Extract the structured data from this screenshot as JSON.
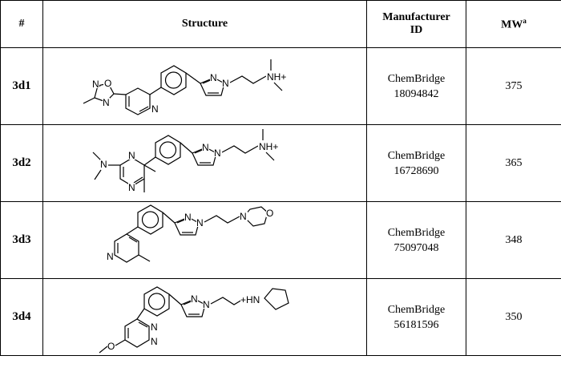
{
  "header": {
    "col_num": "#",
    "col_structure": "Structure",
    "col_manufacturer_line1": "Manufacturer",
    "col_manufacturer_line2": "ID",
    "col_mw": "MW",
    "col_mw_sup": "a"
  },
  "rows": [
    {
      "id": "3d1",
      "supplier": "ChemBridge",
      "catalog": "18094842",
      "mw": "375"
    },
    {
      "id": "3d2",
      "supplier": "ChemBridge",
      "catalog": "16728690",
      "mw": "365"
    },
    {
      "id": "3d3",
      "supplier": "ChemBridge",
      "catalog": "75097048",
      "mw": "348"
    },
    {
      "id": "3d4",
      "supplier": "ChemBridge",
      "catalog": "56181596",
      "mw": "350"
    }
  ],
  "atoms": {
    "N": "N",
    "O": "O",
    "NH_plus": "NH+",
    "plus_NH": "+HN"
  }
}
